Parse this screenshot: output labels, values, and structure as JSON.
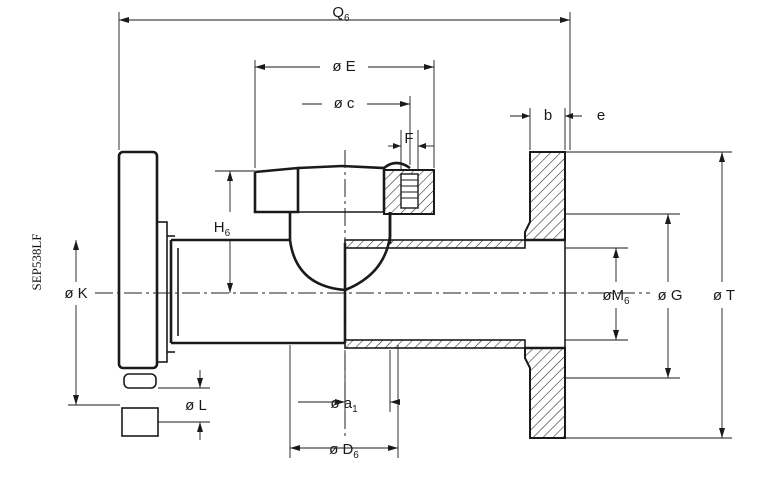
{
  "side_code": "SEP538LF",
  "dimensions": {
    "Q": {
      "base": "Q",
      "sub": "6"
    },
    "E": {
      "base": "ø E"
    },
    "c": {
      "base": "ø c"
    },
    "b": {
      "base": "b"
    },
    "e": {
      "base": "e"
    },
    "F": {
      "base": "F"
    },
    "H": {
      "base": "H",
      "sub": "6"
    },
    "K": {
      "base": "ø K"
    },
    "M": {
      "base": "øM",
      "sub": "6"
    },
    "G": {
      "base": "ø G"
    },
    "T": {
      "base": "ø T"
    },
    "L": {
      "base": "ø L"
    },
    "a": {
      "base": "ø a",
      "sub": "1"
    },
    "D": {
      "base": "ø D",
      "sub": "6"
    }
  }
}
